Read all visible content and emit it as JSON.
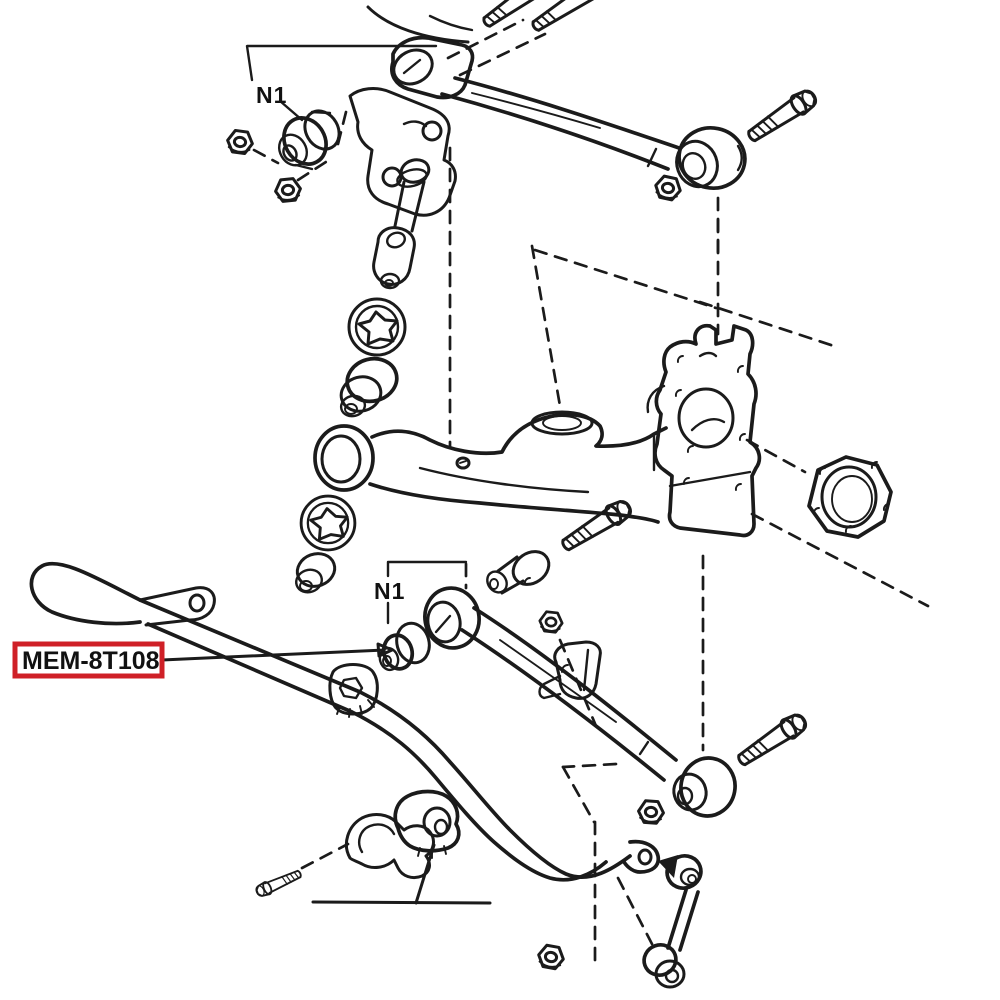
{
  "title": "Rear suspension exploded-view parts diagram",
  "colors": {
    "ink": "#1b1b1b",
    "paper": "#ffffff",
    "highlight_red": "#cf2027",
    "underline_pink": "#e98f8f"
  },
  "callouts": {
    "upper_group_label": "N1",
    "lower_group_label": "N1",
    "part_label": "MEM-8T108"
  },
  "components": [
    "strut rod",
    "mounting bolts",
    "flange nuts",
    "suspension member bracket",
    "cushion retainer",
    "toothed washers",
    "arm bushings",
    "upper control arm with spring seat",
    "axle carrier knuckle",
    "camber adjust ring",
    "stabilizer bar",
    "stabilizer bushing",
    "stabilizer clamp bracket",
    "lower control arm",
    "stabilizer link",
    "lock nuts"
  ]
}
